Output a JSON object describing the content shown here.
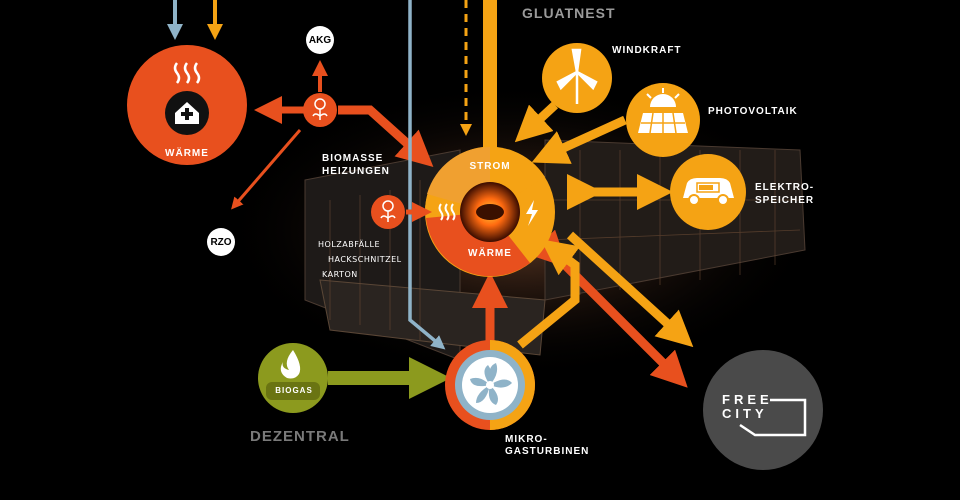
{
  "title": "GLUATNEST",
  "subtitle": "DEZENTRAL",
  "nodes": {
    "waerme_home": "WÄRME",
    "akg": "AKG",
    "rzo": "RZO",
    "biomasse": [
      "BIOMASSE",
      "HEIZUNGEN"
    ],
    "fuels": [
      "HOLZABFÄLLE",
      "HACKSCHNITZEL",
      "KARTON"
    ],
    "hub_top": "STROM",
    "hub_bottom": "WÄRME",
    "windkraft": "WINDKRAFT",
    "photovoltaik": "PHOTOVOLTAIK",
    "speicher": [
      "ELEKTRO-",
      "SPEICHER"
    ],
    "biogas": "BIOGAS",
    "turbine": [
      "MIKRO-",
      "GASTURBINEN"
    ],
    "freecity": [
      "FREE",
      "CITY"
    ]
  },
  "colors": {
    "orange": "#e8501e",
    "yellow": "#f5a314",
    "blue": "#8fb3c8",
    "green": "#8c9a1e",
    "grey": "#4a4a4a"
  },
  "icons": [
    "heat-waves-icon",
    "house-plus-icon",
    "flower-icon",
    "wind-turbine-icon",
    "solar-panel-icon",
    "car-battery-icon",
    "lightning-icon",
    "flame-icon",
    "fan-icon"
  ]
}
